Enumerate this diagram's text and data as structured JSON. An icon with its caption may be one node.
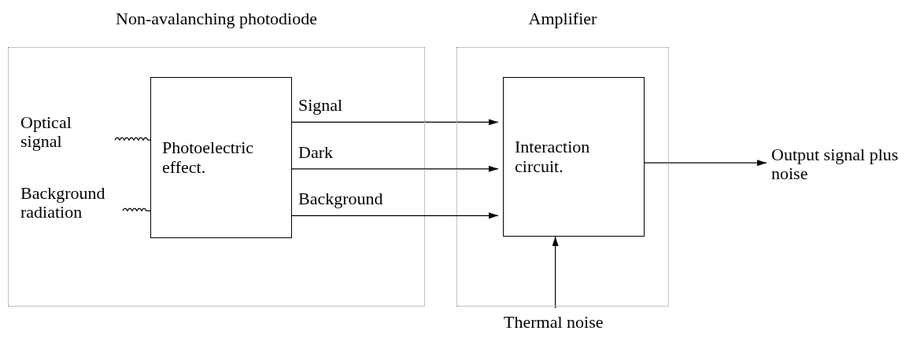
{
  "diagram": {
    "nodes": [
      {
        "text": [
          "Non-avalanching photodiode"
        ]
      },
      {
        "text": [
          "Amplifier"
        ]
      },
      {
        "text": [
          "Optical signal"
        ],
        "in": 0
      },
      {
        "text": [
          "Background radiation"
        ],
        "in": 0
      },
      {
        "text": [
          "Photoelectric effect."
        ],
        "in": 0
      },
      {
        "text": [
          "Interaction circuit."
        ],
        "in": 1
      },
      {
        "text": [
          "Output signal plus noise"
        ]
      },
      {
        "text": [
          "Thermal noise"
        ]
      }
    ],
    "edges": [
      {
        "from": 2,
        "to": 4,
        "arrow": "none"
      },
      {
        "from": 3,
        "to": 4,
        "arrow": "none"
      },
      {
        "from": 4,
        "to": 5,
        "arrow": "to",
        "label": "Signal"
      },
      {
        "from": 4,
        "to": 5,
        "arrow": "to",
        "label": "Dark"
      },
      {
        "from": 4,
        "to": 5,
        "arrow": "to",
        "label": "Background"
      },
      {
        "from": 5,
        "to": 6,
        "arrow": "to"
      },
      {
        "from": 7,
        "to": 5,
        "arrow": "to"
      }
    ]
  }
}
